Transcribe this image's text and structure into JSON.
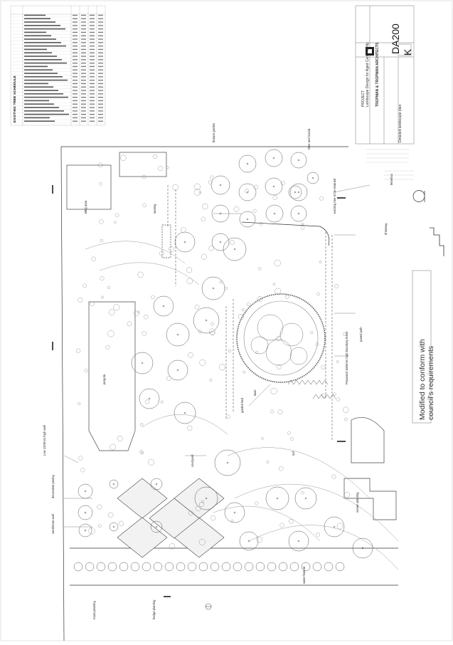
{
  "schedule": {
    "title": "EXISTING TREE SCHEDULE"
  },
  "title_block": {
    "project_label": "PROJECT",
    "project_name": "Landscape Design for Aged Care Facility",
    "firm": "TROPMAN & TROPMAN ARCHITECTS",
    "drawing_number": "DA200",
    "revision": "K",
    "drawing_title": "Detailed landscape plan"
  },
  "banner": {
    "line1": "Modified to conform with",
    "line2": "council's requirements"
  },
  "notes": {
    "n1": "Low 1200mm high wall",
    "n2": "Proposed 1800mm high boundary fence",
    "n3": "existing tree to be retained",
    "n4": "decorative paving",
    "n5": "sandstone wall",
    "n6": "seating",
    "n7": "garden bed",
    "n8": "lawn",
    "n9": "pergola",
    "n10": "turf",
    "n11": "driveway",
    "n12": "letterbox",
    "n13": "feature garden",
    "n14": "Dine and Social",
    "n15": "paved path",
    "n16": "mass planting",
    "n17": "hedge planting",
    "n18": "courtyard",
    "n19": "water feature",
    "n20": "screen planting",
    "n21": "BBQ area"
  },
  "colors": {
    "line": "#3a3a3a",
    "light": "#9a9a9a",
    "fill": "#d8d8d8"
  }
}
